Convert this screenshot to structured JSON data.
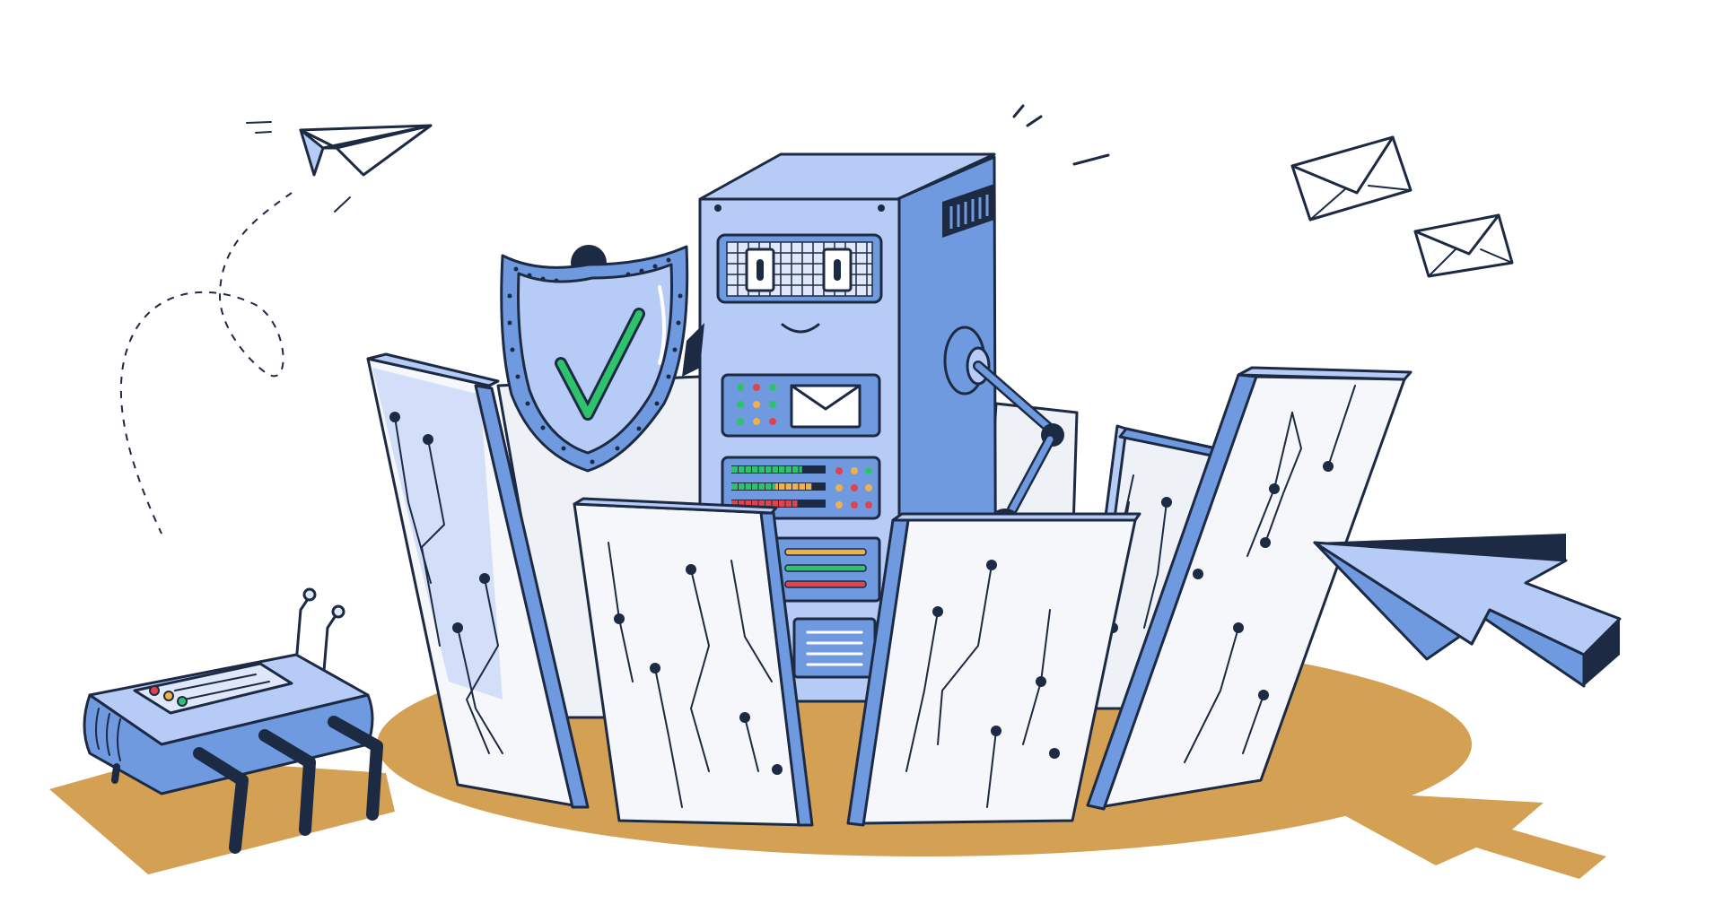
{
  "scene": {
    "description_tags": [
      "server-mascot",
      "security-shield",
      "firewall-panels",
      "router",
      "cursor",
      "paper-plane",
      "envelopes"
    ],
    "colors": {
      "primary_blue": "#6f9ae0",
      "light_blue": "#b6ccf7",
      "pale_blue": "#dfe8fb",
      "ink": "#1d2a44",
      "ground": "#d4a054",
      "panel_white": "#f5f7fa",
      "check_green": "#2ec26a",
      "led_red": "#e0434a",
      "led_orange": "#f0b04a",
      "led_green": "#2ec26a"
    },
    "server_screen_leds": {
      "bar_rows": [
        {
          "color": "green",
          "level": 0.75
        },
        {
          "color": "mixed",
          "level": 0.85
        },
        {
          "color": "red",
          "level": 0.7
        }
      ]
    }
  }
}
